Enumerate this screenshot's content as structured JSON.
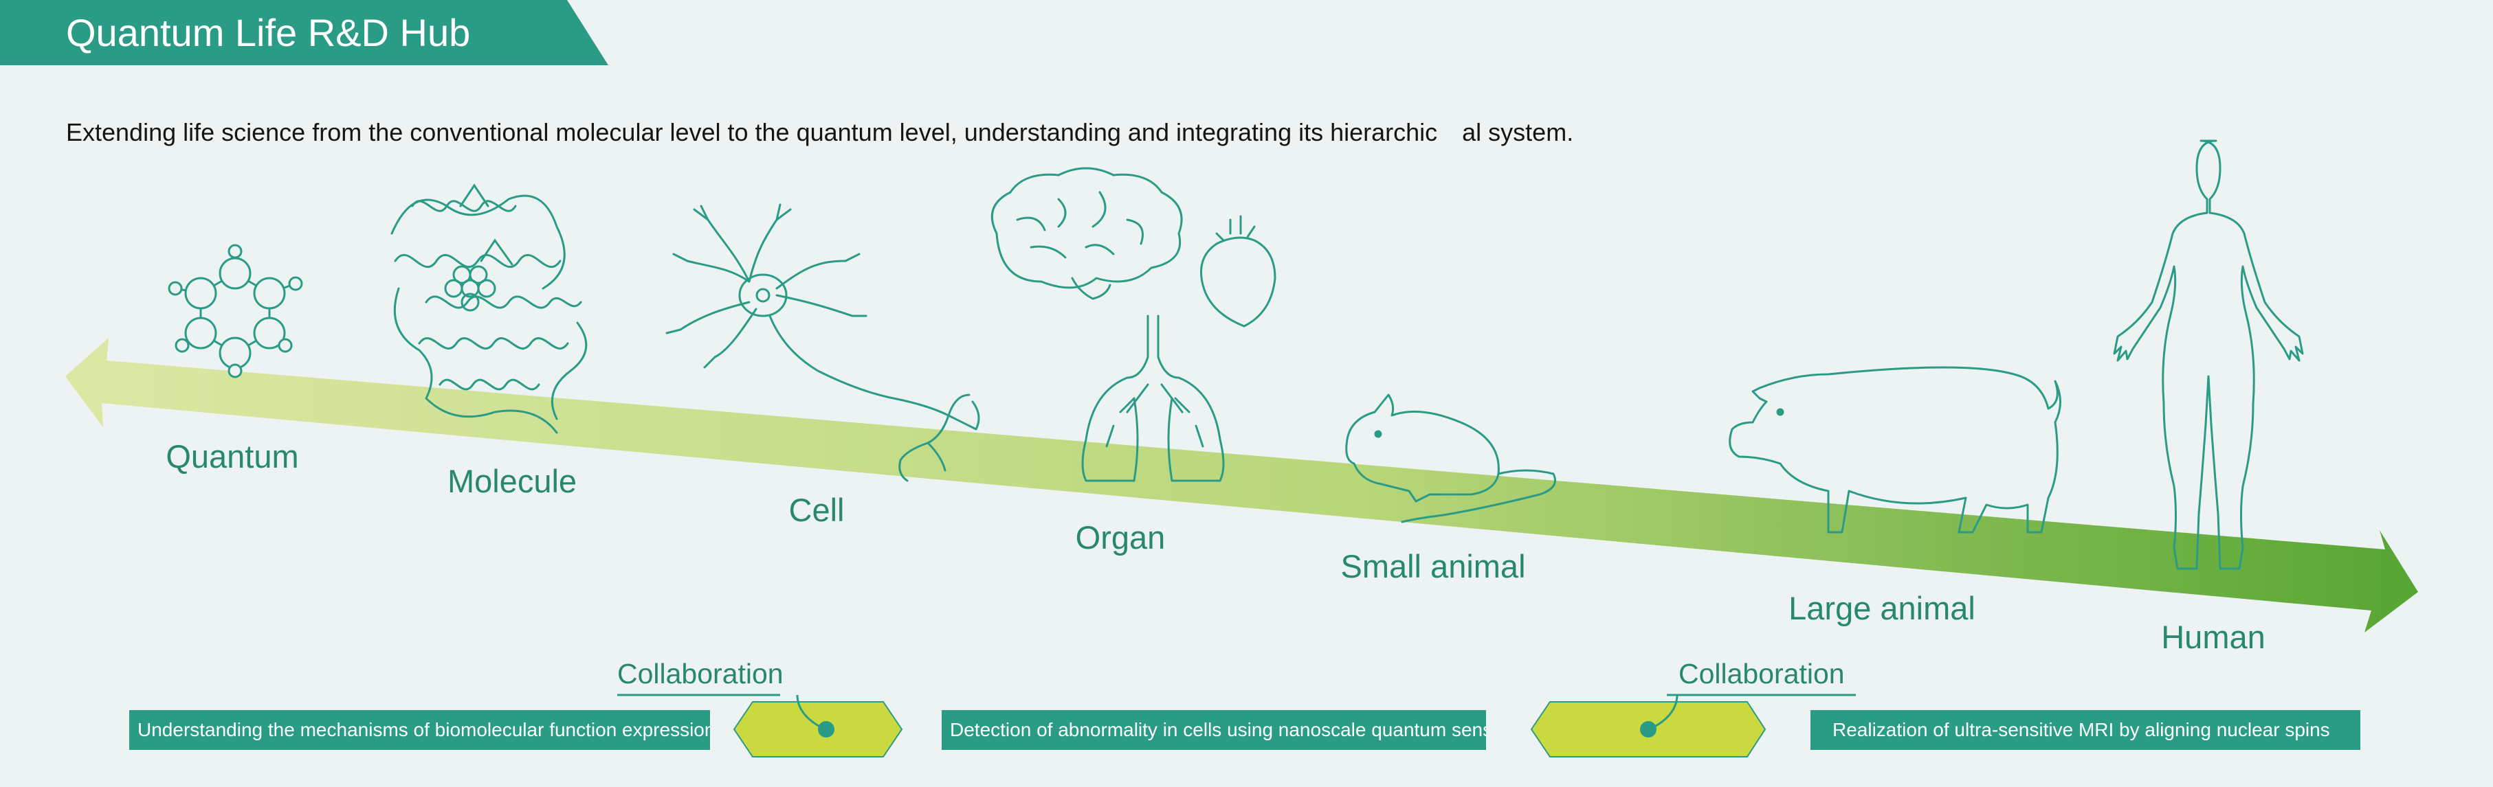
{
  "header": {
    "title": "Quantum Life R&D Hub",
    "subtitle_start": "Extending life science from the conventional molecular level to the quantum level, understanding and integrating its hierarchic",
    "subtitle_end": "al system."
  },
  "stages": [
    {
      "label": "Quantum",
      "icon": "benzene-molecule-icon"
    },
    {
      "label": "Molecule",
      "icon": "protein-structure-icon"
    },
    {
      "label": "Cell",
      "icon": "neuron-icon"
    },
    {
      "label": "Organ",
      "icon": "brain-heart-lungs-icon"
    },
    {
      "label": "Small animal",
      "icon": "mouse-icon"
    },
    {
      "label": "Large animal",
      "icon": "pig-icon"
    },
    {
      "label": "Human",
      "icon": "human-silhouette-icon"
    }
  ],
  "collaboration": {
    "left_label": "Collaboration",
    "right_label": "Collaboration"
  },
  "notes": [
    "Understanding the mechanisms of biomolecular function expression",
    "Detection of abnormality in cells using nanoscale quantum sensors",
    "Realization of ultra-sensitive MRI by aligning nuclear spins"
  ],
  "colors": {
    "brand_teal": "#2a9c86",
    "label_teal": "#27876f",
    "arrow_light": "#d7e59a",
    "arrow_dark": "#5aa838",
    "hexagon_fill": "#c9d93f",
    "background": "#edf3f2"
  }
}
